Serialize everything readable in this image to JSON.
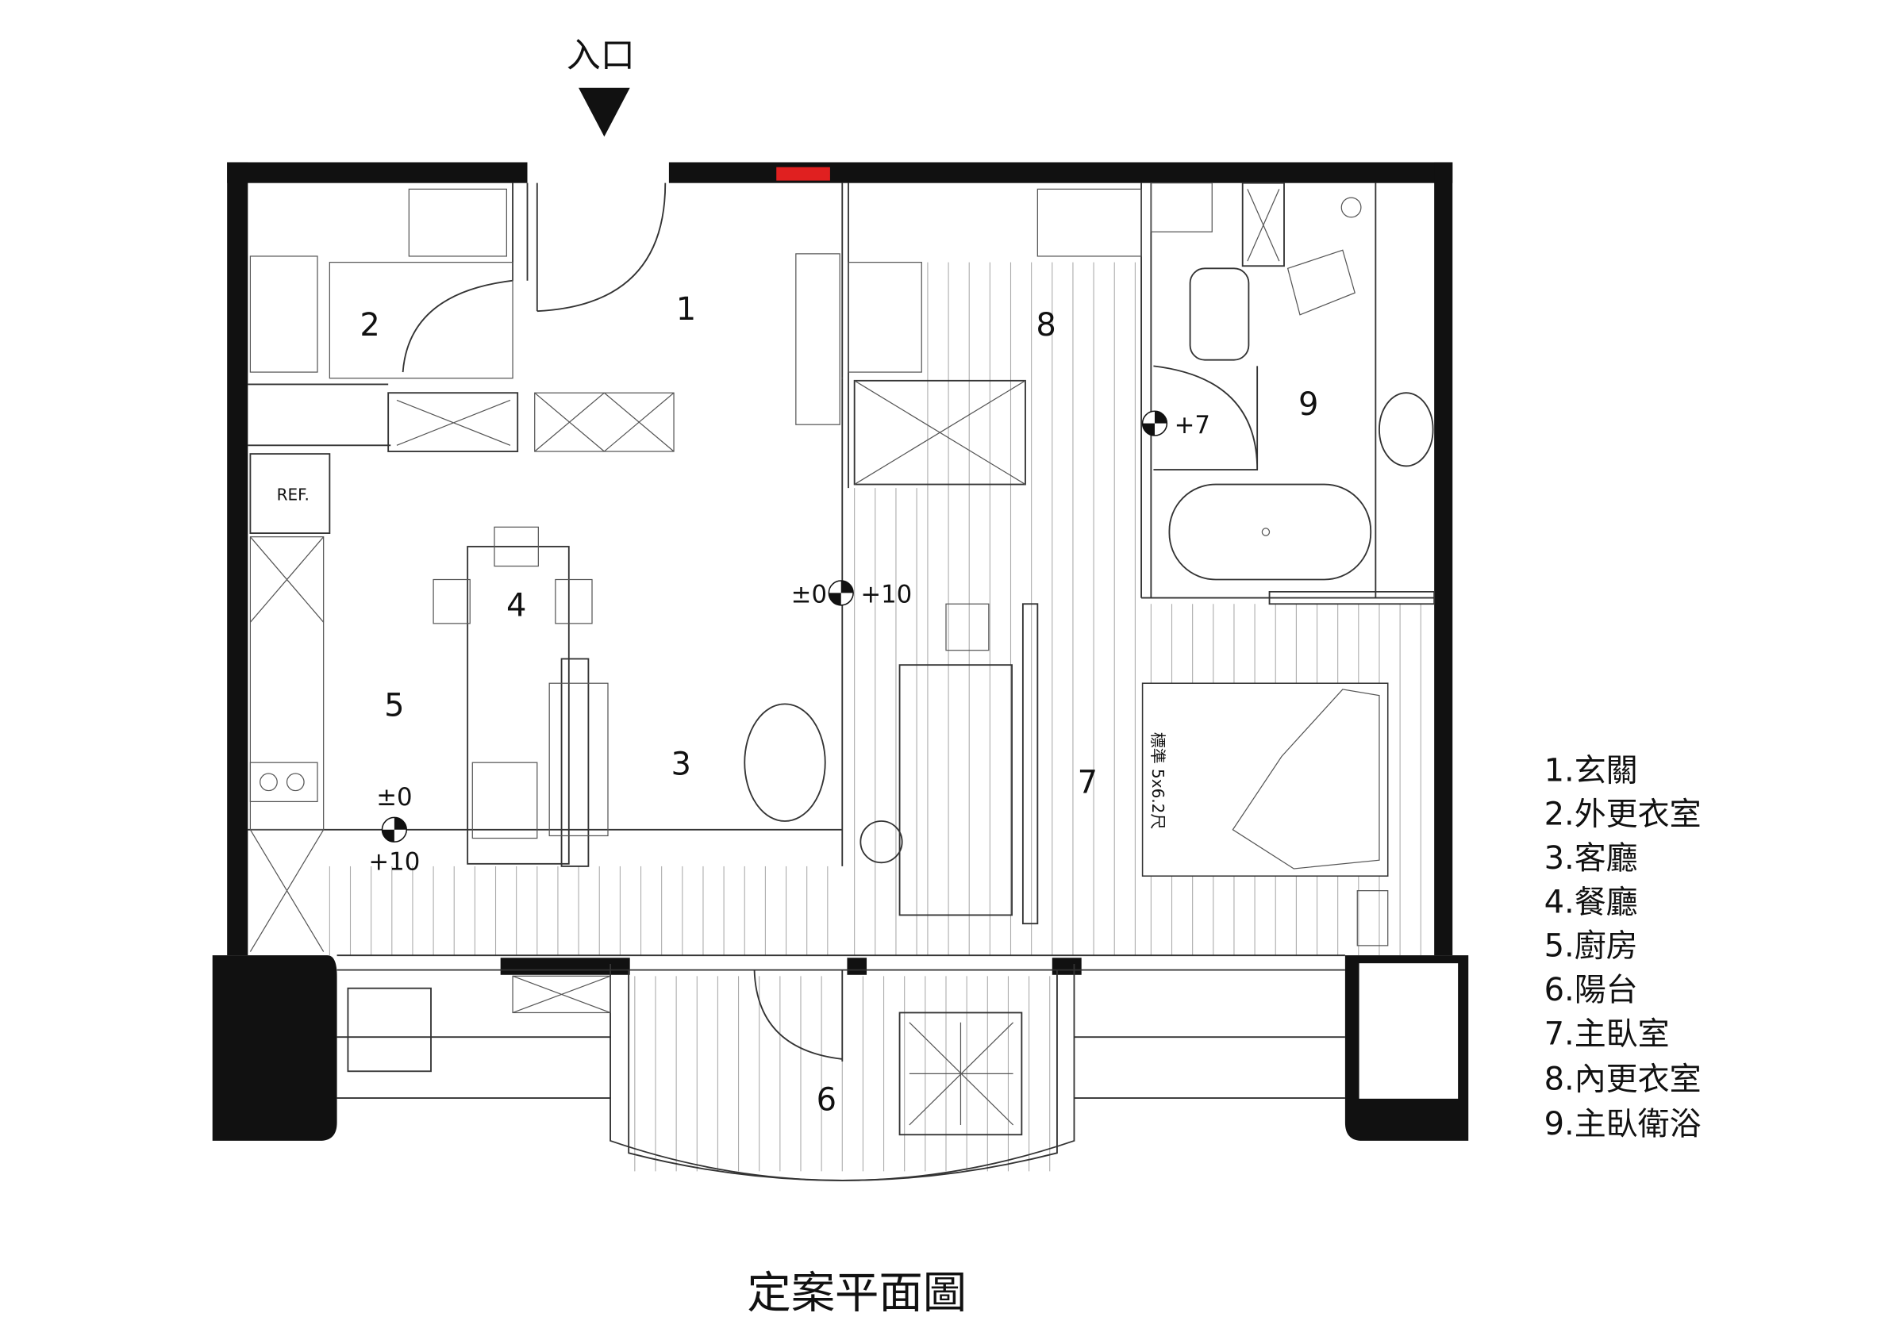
{
  "entrance_label": "入口",
  "title": "定案平面圖",
  "rooms": [
    {
      "number": "1"
    },
    {
      "number": "2"
    },
    {
      "number": "3"
    },
    {
      "number": "4"
    },
    {
      "number": "5"
    },
    {
      "number": "6"
    },
    {
      "number": "7"
    },
    {
      "number": "8"
    },
    {
      "number": "9"
    }
  ],
  "legend": [
    "1.玄關",
    "2.外更衣室",
    "3.客廳",
    "4.餐廳",
    "5.廚房",
    "6.陽台",
    "7.主臥室",
    "8.內更衣室",
    "9.主臥衛浴"
  ],
  "levels": {
    "living_zero": "±0",
    "living_plus": "+10",
    "bath_plus": "+7",
    "kitchen_zero": "±0",
    "kitchen_plus": "+10"
  },
  "fridge_label": "REF.",
  "bed_label": "標準 5x6.2尺",
  "colors": {
    "wall": "#111111",
    "accent": "#e02020"
  }
}
